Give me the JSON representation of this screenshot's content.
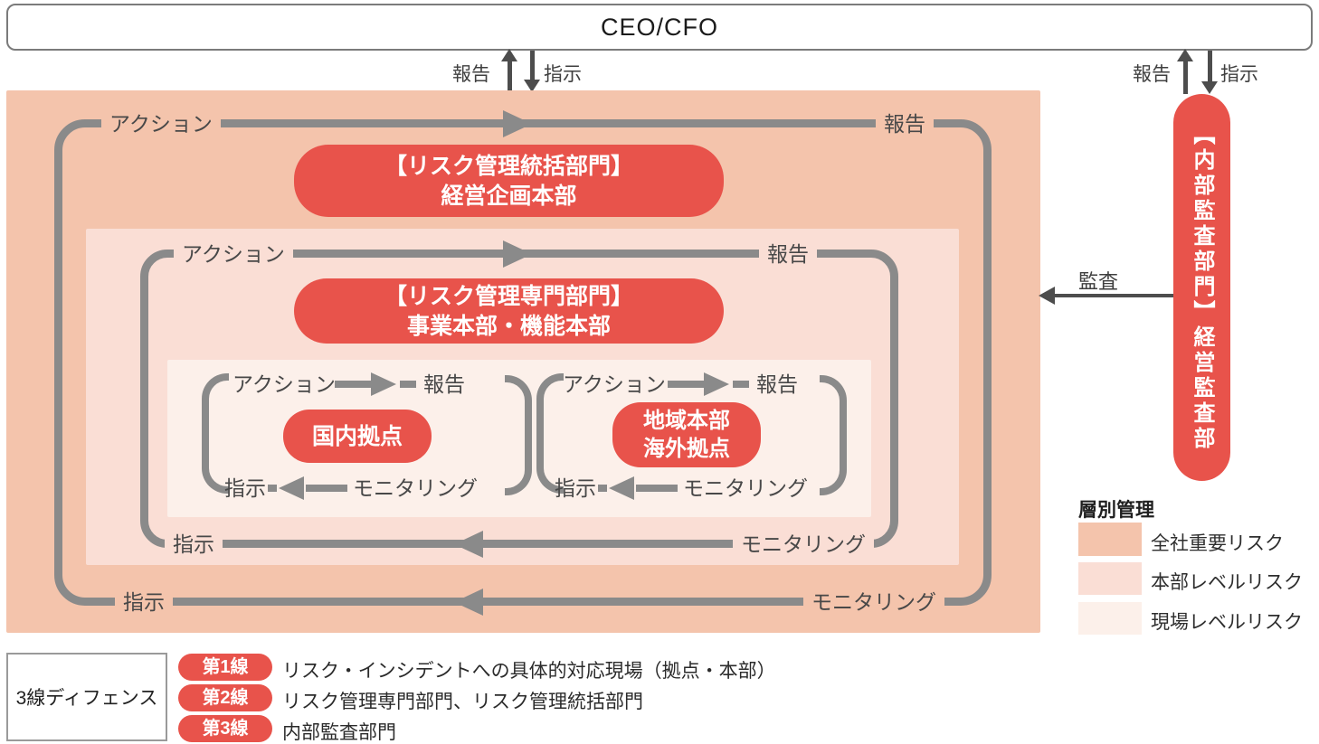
{
  "colors": {
    "red": "#E8534B",
    "layer1": "#F4C4AC",
    "layer2": "#FADED5",
    "layer3": "#FCF0EA",
    "loop_gray": "#8A8A8A",
    "arrow_dark": "#4D4D4D"
  },
  "ceo": {
    "label": "CEO/CFO"
  },
  "top_connectors": {
    "left": {
      "report": "報告",
      "instruct": "指示"
    },
    "right": {
      "report": "報告",
      "instruct": "指示"
    }
  },
  "audit": {
    "arrow_label": "監査",
    "dept_label": "【内部監査部門】経営監査部"
  },
  "layer1": {
    "action": "アクション",
    "report": "報告",
    "instruct": "指示",
    "monitoring": "モニタリング",
    "box_line1": "【リスク管理統括部門】",
    "box_line2": "経営企画本部"
  },
  "layer2": {
    "action": "アクション",
    "report": "報告",
    "instruct": "指示",
    "monitoring": "モニタリング",
    "box_line1": "【リスク管理専門部門】",
    "box_line2": "事業本部・機能本部"
  },
  "layer3": {
    "domestic": {
      "action": "アクション",
      "report": "報告",
      "instruct": "指示",
      "monitoring": "モニタリング",
      "box_line1": "国内拠点"
    },
    "overseas": {
      "action": "アクション",
      "report": "報告",
      "instruct": "指示",
      "monitoring": "モニタリング",
      "box_line1": "地域本部",
      "box_line2": "海外拠点"
    }
  },
  "legend": {
    "title": "層別管理",
    "items": [
      {
        "label": "全社重要リスク",
        "color": "#F4C4AC"
      },
      {
        "label": "本部レベルリスク",
        "color": "#FADED5"
      },
      {
        "label": "現場レベルリスク",
        "color": "#FCF0EA"
      }
    ]
  },
  "defense": {
    "title": "3線ディフェンス",
    "rows": [
      {
        "badge": "第1線",
        "text": "リスク・インシデントへの具体的対応現場（拠点・本部）"
      },
      {
        "badge": "第2線",
        "text": "リスク管理専門部門、リスク管理統括部門"
      },
      {
        "badge": "第3線",
        "text": "内部監査部門"
      }
    ]
  }
}
